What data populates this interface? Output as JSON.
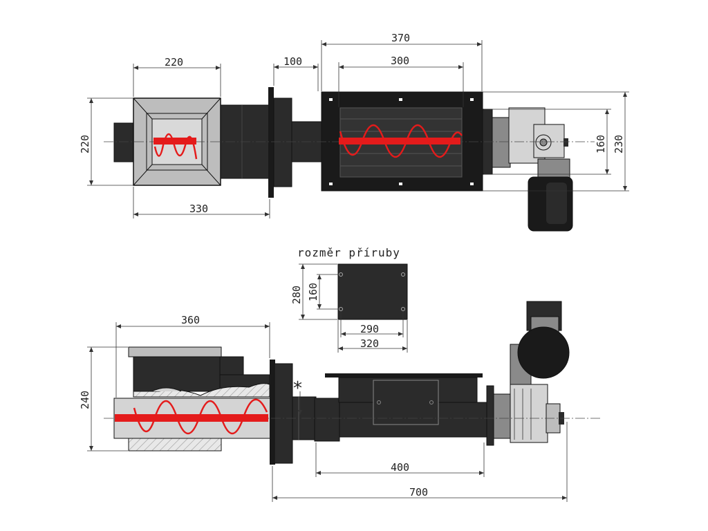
{
  "labels": {
    "flange_title": "rozměr příruby",
    "asterisk": "*"
  },
  "dimensions": {
    "d370": "370",
    "d300": "300",
    "d220_top": "220",
    "d100": "100",
    "d220_left": "220",
    "d330": "330",
    "d160_right": "160",
    "d230": "230",
    "d280": "280",
    "d160_flange": "160",
    "d290": "290",
    "d320": "320",
    "d360": "360",
    "d240": "240",
    "d400": "400",
    "d700": "700"
  },
  "colors": {
    "dark": "#2b2b2b",
    "black": "#1a1a1a",
    "grey": "#bdbdbd",
    "light": "#d4d4d4",
    "mid": "#8a8a8a",
    "red": "#e41b1b"
  }
}
